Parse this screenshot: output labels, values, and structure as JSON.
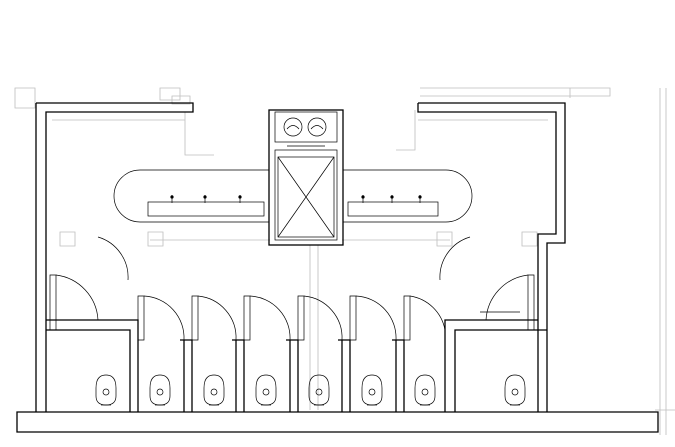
{
  "drawing": {
    "kind": "restroom-floor-plan"
  },
  "fixtures": {
    "sink_counters": 2,
    "sinks_per_counter": 3,
    "urinal_stalls": 8,
    "hand_dryers": 2
  },
  "colors": {
    "line": "#000000",
    "faint_line": "#bdbdbd",
    "background": "#ffffff"
  }
}
